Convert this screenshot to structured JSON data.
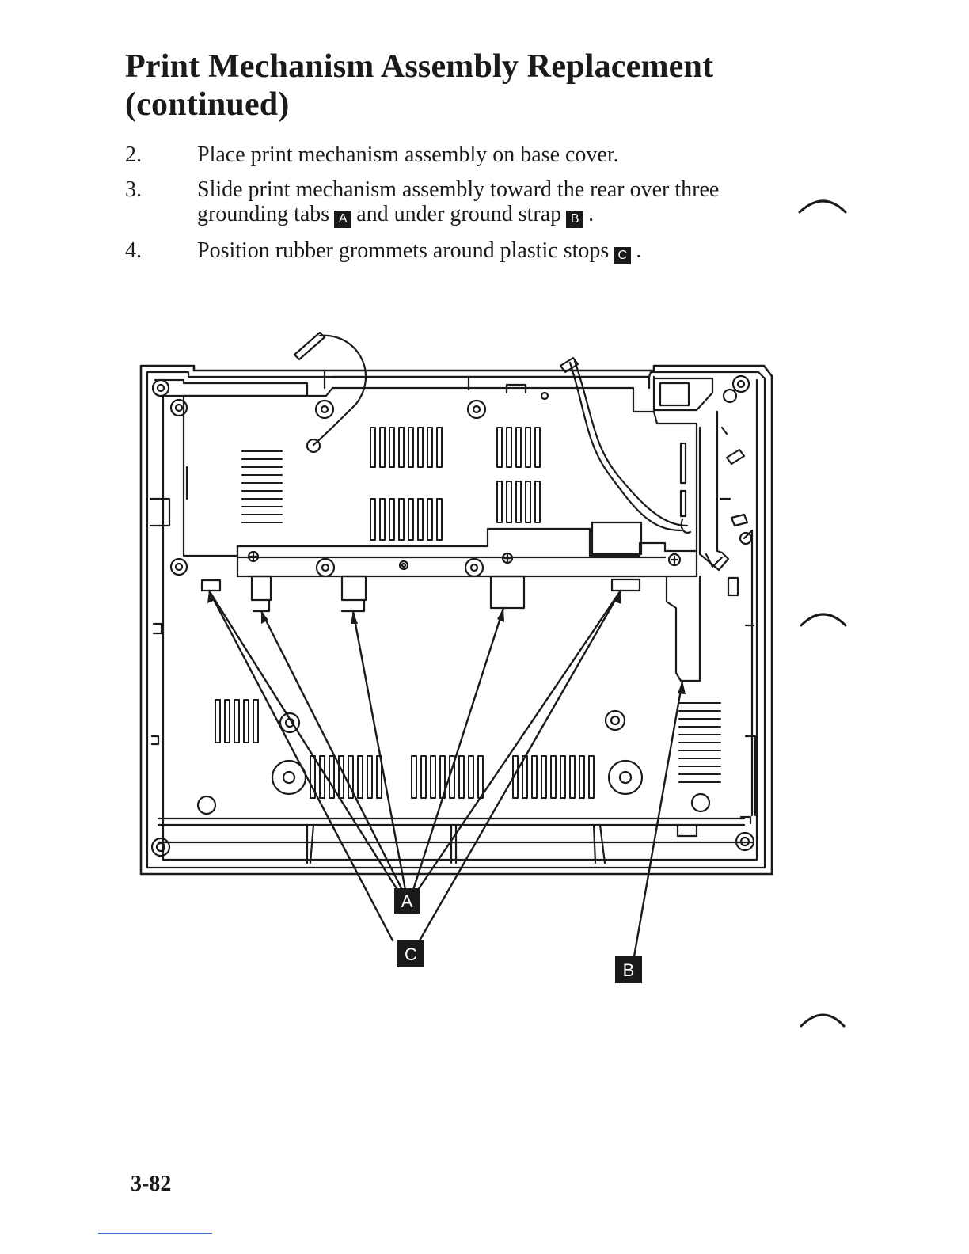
{
  "title": {
    "line1": "Print Mechanism Assembly Replacement",
    "line2": "(continued)"
  },
  "steps": [
    {
      "num": "2.",
      "text": "Place print mechanism assembly on base cover."
    },
    {
      "num": "3.",
      "text_a": "Slide print mechanism assembly toward the rear over three",
      "text_b": "grounding tabs",
      "box1": "A",
      "text_c": "and under ground strap",
      "box2": "B",
      "text_d": "."
    },
    {
      "num": "4.",
      "text_a": "Position rubber grommets around plastic stops",
      "box1": "C",
      "text_b": "."
    }
  ],
  "figure": {
    "callouts": {
      "a": "A",
      "b": "B",
      "c": "C"
    }
  },
  "page_number": "3-82"
}
